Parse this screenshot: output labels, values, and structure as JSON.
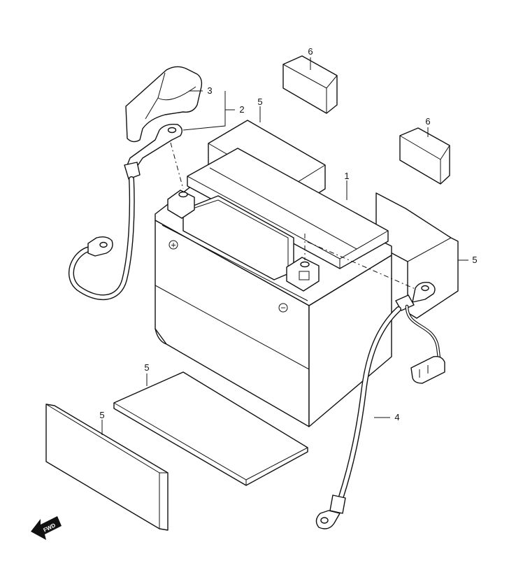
{
  "callouts": {
    "battery": "1",
    "positive_lead": "2",
    "terminal_cover": "3",
    "negative_lead": "4",
    "pad_top": "5",
    "pad_right": "5",
    "pad_bottom_center": "5",
    "pad_bottom_left": "5",
    "cushion_top": "6",
    "cushion_right": "6"
  },
  "fwd_label": "FWD",
  "terminal_symbols": {
    "positive": "+",
    "negative": "−"
  }
}
